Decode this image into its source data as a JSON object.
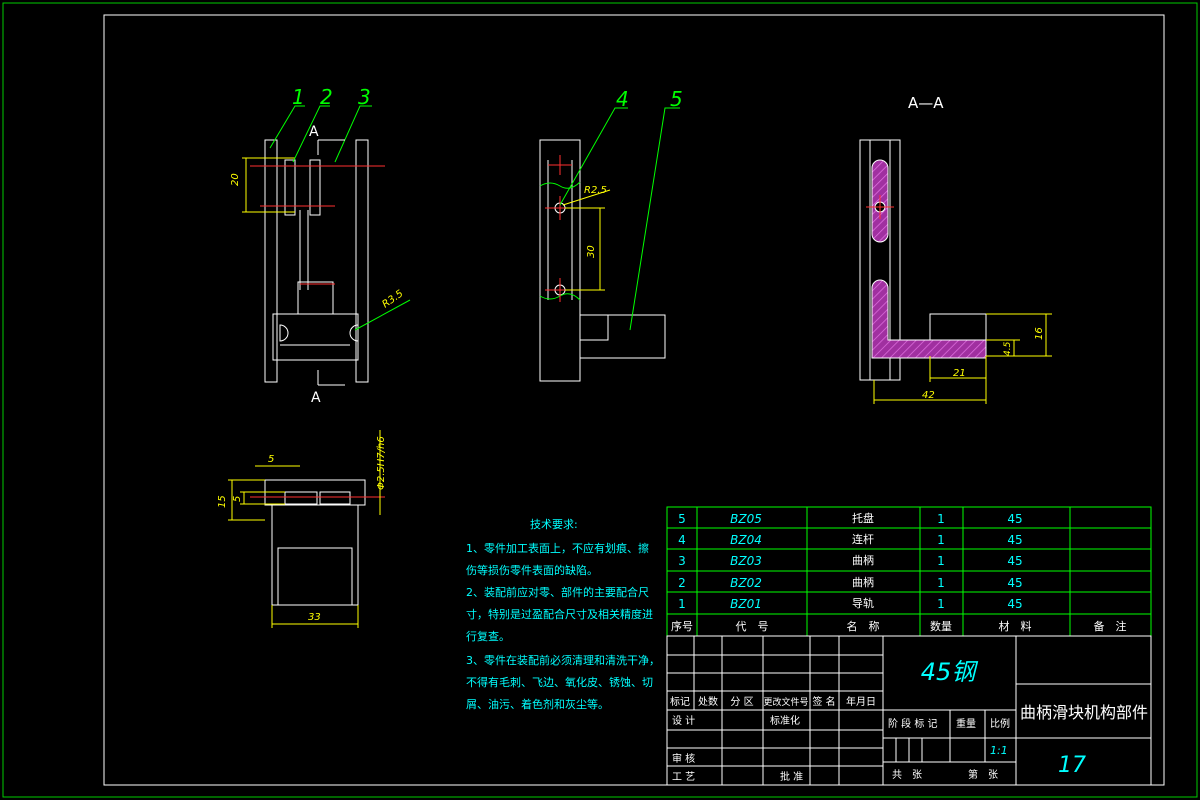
{
  "colors": {
    "background": "#000000",
    "outline": "#ffffff",
    "frame": "#00cc00",
    "dimension": "#ffff00",
    "center": "#ff3030",
    "leader": "#00ff00",
    "hatch": "#c040c0",
    "text": "#00ffff"
  },
  "views": {
    "front": {
      "part_labels": [
        "1",
        "2",
        "3"
      ],
      "section_mark": "A",
      "dims": {
        "height": "20",
        "radius": "R3.5"
      }
    },
    "side": {
      "part_labels": [
        "4",
        "5"
      ],
      "dims": {
        "radius": "R2.5",
        "height": "30"
      }
    },
    "section": {
      "title": "A—A",
      "dims": {
        "width_inner": "21",
        "width_total": "42",
        "thickness": "4.5",
        "height": "16"
      }
    },
    "top": {
      "dims": {
        "slot": "5",
        "height": "15",
        "offset": "5",
        "width": "33",
        "fit": "Φ2.5H7/h6"
      }
    }
  },
  "notes": {
    "title": "技术要求:",
    "lines": [
      "1、零件加工表面上，不应有划痕、擦",
      "伤等损伤零件表面的缺陷。",
      "2、装配前应对零、部件的主要配合尺",
      "寸，特别是过盈配合尺寸及相关精度进",
      "行复查。",
      "3、零件在装配前必须清理和清洗干净，",
      "不得有毛刺、飞边、氧化皮、锈蚀、切",
      "屑、油污、着色剂和灰尘等。"
    ]
  },
  "bom": {
    "rows": [
      {
        "no": "5",
        "code": "BZ05",
        "name": "托盘",
        "qty": "1",
        "material": "45",
        "remark": ""
      },
      {
        "no": "4",
        "code": "BZ04",
        "name": "连杆",
        "qty": "1",
        "material": "45",
        "remark": ""
      },
      {
        "no": "3",
        "code": "BZ03",
        "name": "曲柄",
        "qty": "1",
        "material": "45",
        "remark": ""
      },
      {
        "no": "2",
        "code": "BZ02",
        "name": "曲柄",
        "qty": "1",
        "material": "45",
        "remark": ""
      },
      {
        "no": "1",
        "code": "BZ01",
        "name": "导轨",
        "qty": "1",
        "material": "45",
        "remark": ""
      }
    ],
    "headers": {
      "no": "序号",
      "code": "代　号",
      "name": "名　称",
      "qty": "数量",
      "material": "材　料",
      "remark": "备　注"
    }
  },
  "title_block": {
    "material": "45钢",
    "drawing_name": "曲柄滑块机构部件",
    "drawing_no": "17",
    "scale": "1:1",
    "rev_headers": [
      "标记",
      "处数",
      "分 区",
      "更改文件号",
      "签 名",
      "年月日"
    ],
    "design": "设 计",
    "standard": "标准化",
    "stage_label": "阶 段 标 记",
    "weight_label": "重量",
    "scale_label": "比例",
    "review": "审 核",
    "process": "工 艺",
    "approve": "批 准",
    "total_sheets": "共　张",
    "sheet_no": "第　张"
  }
}
